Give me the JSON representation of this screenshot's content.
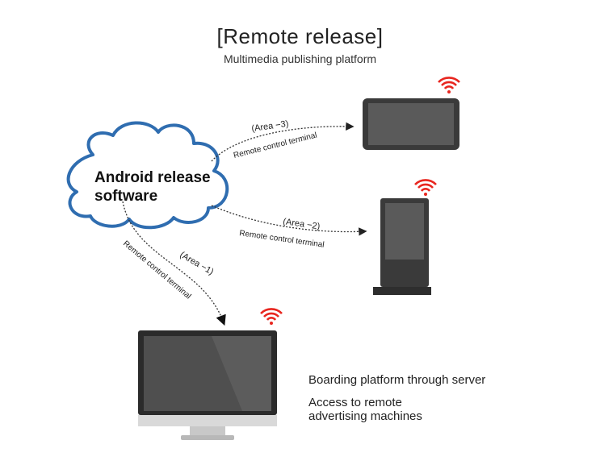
{
  "header": {
    "title": "[Remote release]",
    "subtitle": "Multimedia publishing platform"
  },
  "cloud": {
    "line1": "Android release",
    "line2": "software",
    "color": "#2f6db0"
  },
  "connections": [
    {
      "area": "(Area −3)",
      "terminal": "Remote control terminal"
    },
    {
      "area": "(Area −2)",
      "terminal": "Remote control terminal"
    },
    {
      "area": "(Area −1)",
      "terminal": "Remote control terminal"
    }
  ],
  "description": {
    "line1": "Boarding platform through server",
    "line2": "Access to remote",
    "line3": "advertising machines"
  },
  "icons": {
    "wifi_color": "#e8261f",
    "device_color": "#3a3a3a"
  }
}
